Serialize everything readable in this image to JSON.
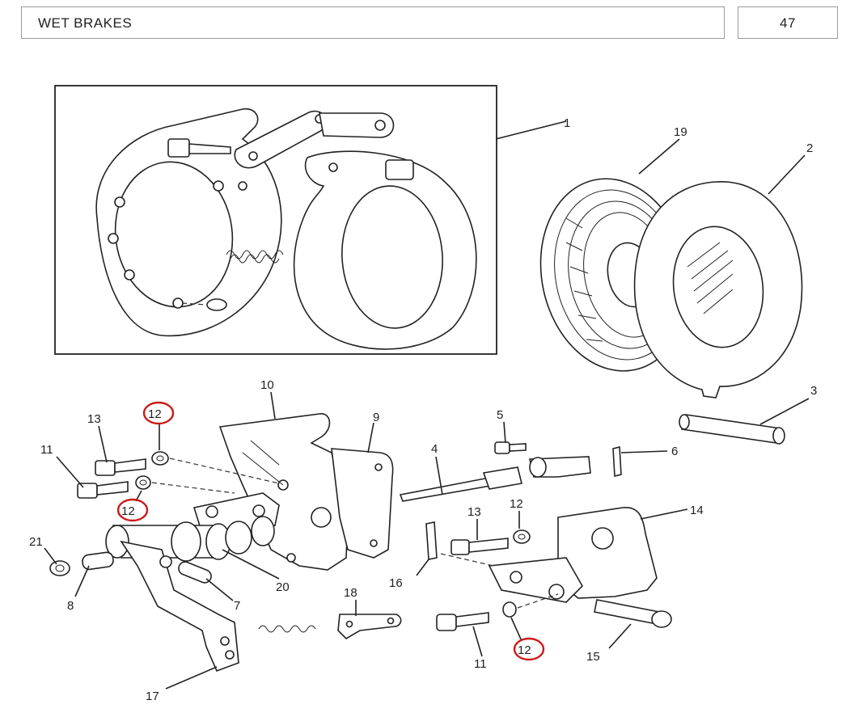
{
  "header": {
    "title": "WET BRAKES",
    "page_number": "47"
  },
  "callouts": {
    "c1": "1",
    "c2": "2",
    "c3": "3",
    "c4": "4",
    "c5": "5",
    "c6": "6",
    "c7": "7",
    "c8": "8",
    "c9": "9",
    "c10": "10",
    "c11a": "11",
    "c11b": "11",
    "c12a": "12",
    "c12b": "12",
    "c12c": "12",
    "c12d": "12",
    "c13a": "13",
    "c13b": "13",
    "c14": "14",
    "c15": "15",
    "c16": "16",
    "c17": "17",
    "c18": "18",
    "c19": "19",
    "c20": "20",
    "c21": "21"
  },
  "highlight_color": "#cc1a1a"
}
